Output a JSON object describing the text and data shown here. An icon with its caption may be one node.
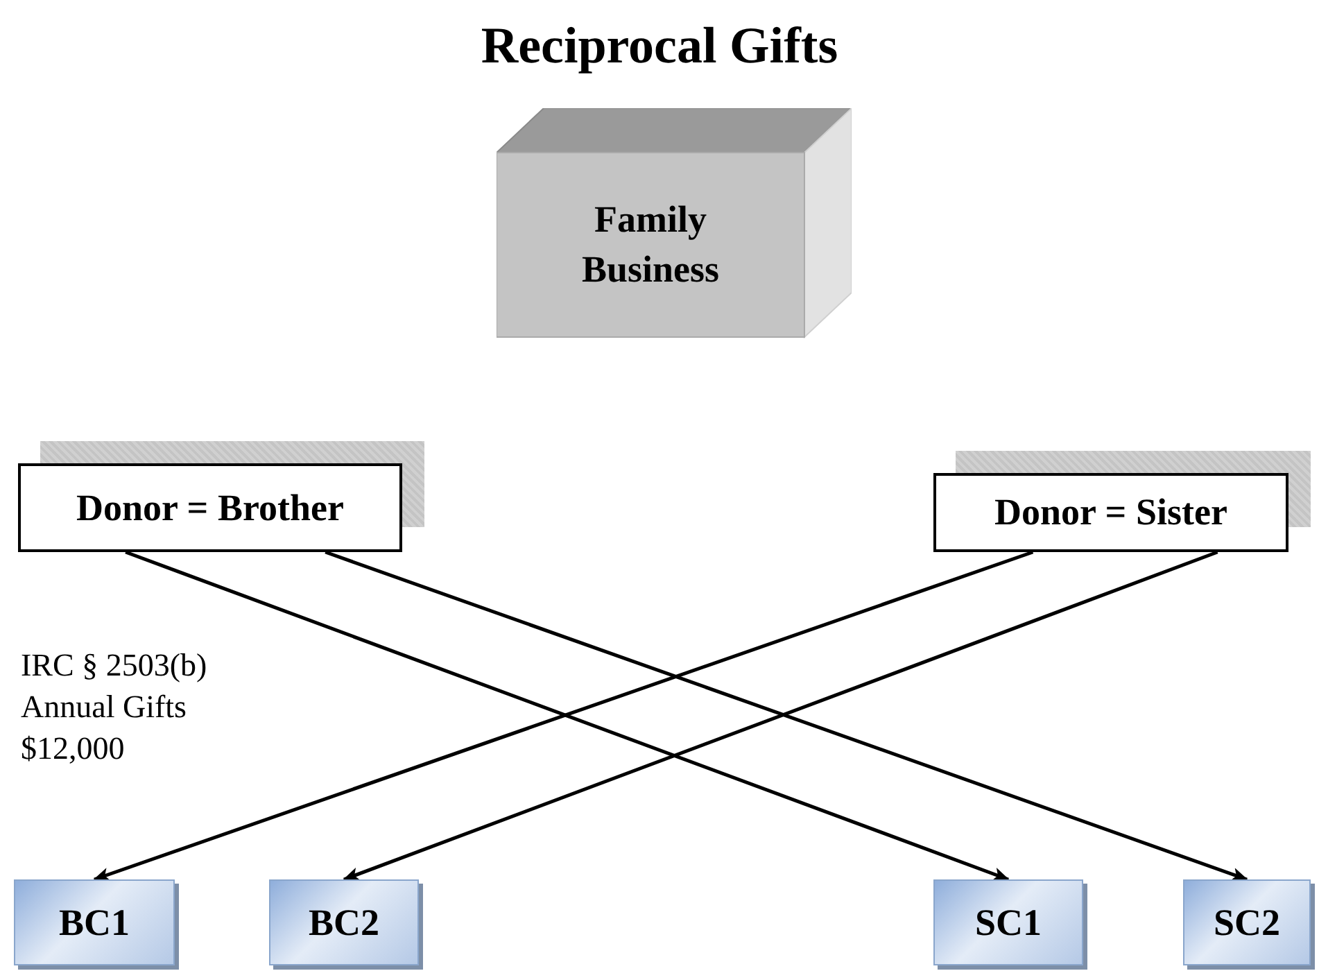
{
  "diagram": {
    "title": "Reciprocal Gifts",
    "nodes": [
      {
        "text": [
          "Family Business"
        ]
      },
      {
        "text": [
          "Donor = Brother"
        ]
      },
      {
        "text": [
          "Donor = Sister"
        ]
      },
      {
        "text": [
          "BC1"
        ]
      },
      {
        "text": [
          "BC2"
        ]
      },
      {
        "text": [
          "SC1"
        ]
      },
      {
        "text": [
          "SC2"
        ]
      }
    ],
    "edges": [
      {
        "from": 1,
        "to": 5,
        "arrow": "to"
      },
      {
        "from": 1,
        "to": 6,
        "arrow": "to"
      },
      {
        "from": 2,
        "to": 3,
        "arrow": "to"
      },
      {
        "from": 2,
        "to": 4,
        "arrow": "to"
      }
    ],
    "labels": [
      "IRC § 2503(b) Annual Gifts $12,000"
    ]
  }
}
